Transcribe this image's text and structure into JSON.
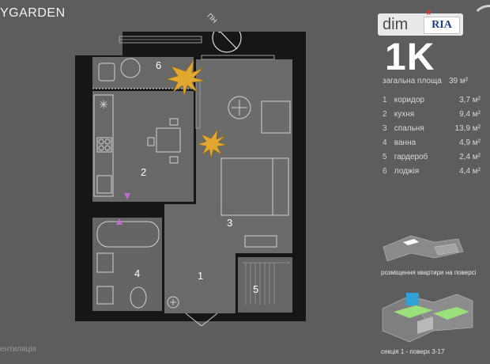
{
  "brand": "YGARDEN",
  "compass_label": "ПН",
  "logo": {
    "dim": "dim",
    "ria": "RIA"
  },
  "apartment_type": "1K",
  "total": {
    "label": "загальна площа",
    "value": "39 м²"
  },
  "rooms": [
    {
      "num": "1",
      "name": "коридор",
      "area": "3,7 м²"
    },
    {
      "num": "2",
      "name": "кухня",
      "area": "9,4 м²"
    },
    {
      "num": "3",
      "name": "спальня",
      "area": "13,9 м²"
    },
    {
      "num": "4",
      "name": "ванна",
      "area": "4,9 м²"
    },
    {
      "num": "5",
      "name": "гардероб",
      "area": "2,4 м²"
    },
    {
      "num": "6",
      "name": "лоджія",
      "area": "4,4 м²"
    }
  ],
  "plan_labels": [
    "1",
    "2",
    "3",
    "4",
    "5",
    "6"
  ],
  "floor_caption": "розміщення квартири на поверсі",
  "section_caption": "секція 1 - поверх 3-17",
  "vent_text": "ентиляція",
  "colors": {
    "background": "#5d5d5f",
    "wall": "#0d0d0d",
    "floor": "#666668",
    "accent": "#e0a830",
    "vent_marker": "#c26bd6"
  }
}
